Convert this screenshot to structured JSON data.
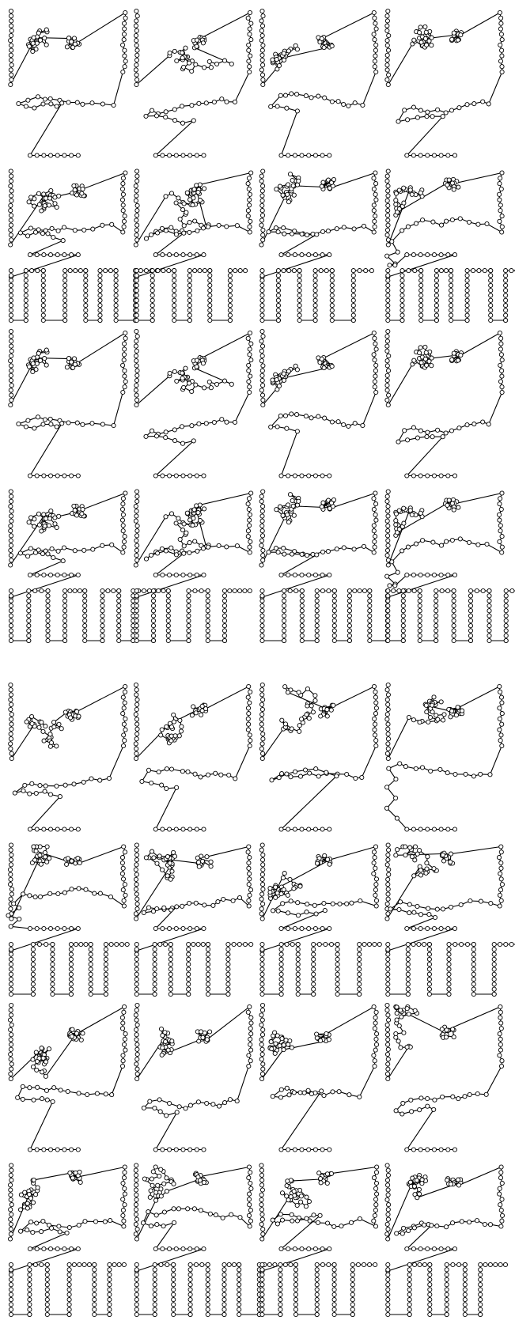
{
  "figure": {
    "panels": [
      {
        "position": "top",
        "drawing": "tour-on-points",
        "node_marker": "hollow-circle",
        "tiling": {
          "columns": 4,
          "rows": 4
        }
      },
      {
        "position": "bottom",
        "drawing": "tour-on-points",
        "node_marker": "hollow-circle",
        "tiling": {
          "columns": 4,
          "rows": 4
        }
      }
    ],
    "colors": {
      "background": "#ffffff",
      "stroke": "#000000",
      "node_fill": "#ffffff"
    }
  }
}
